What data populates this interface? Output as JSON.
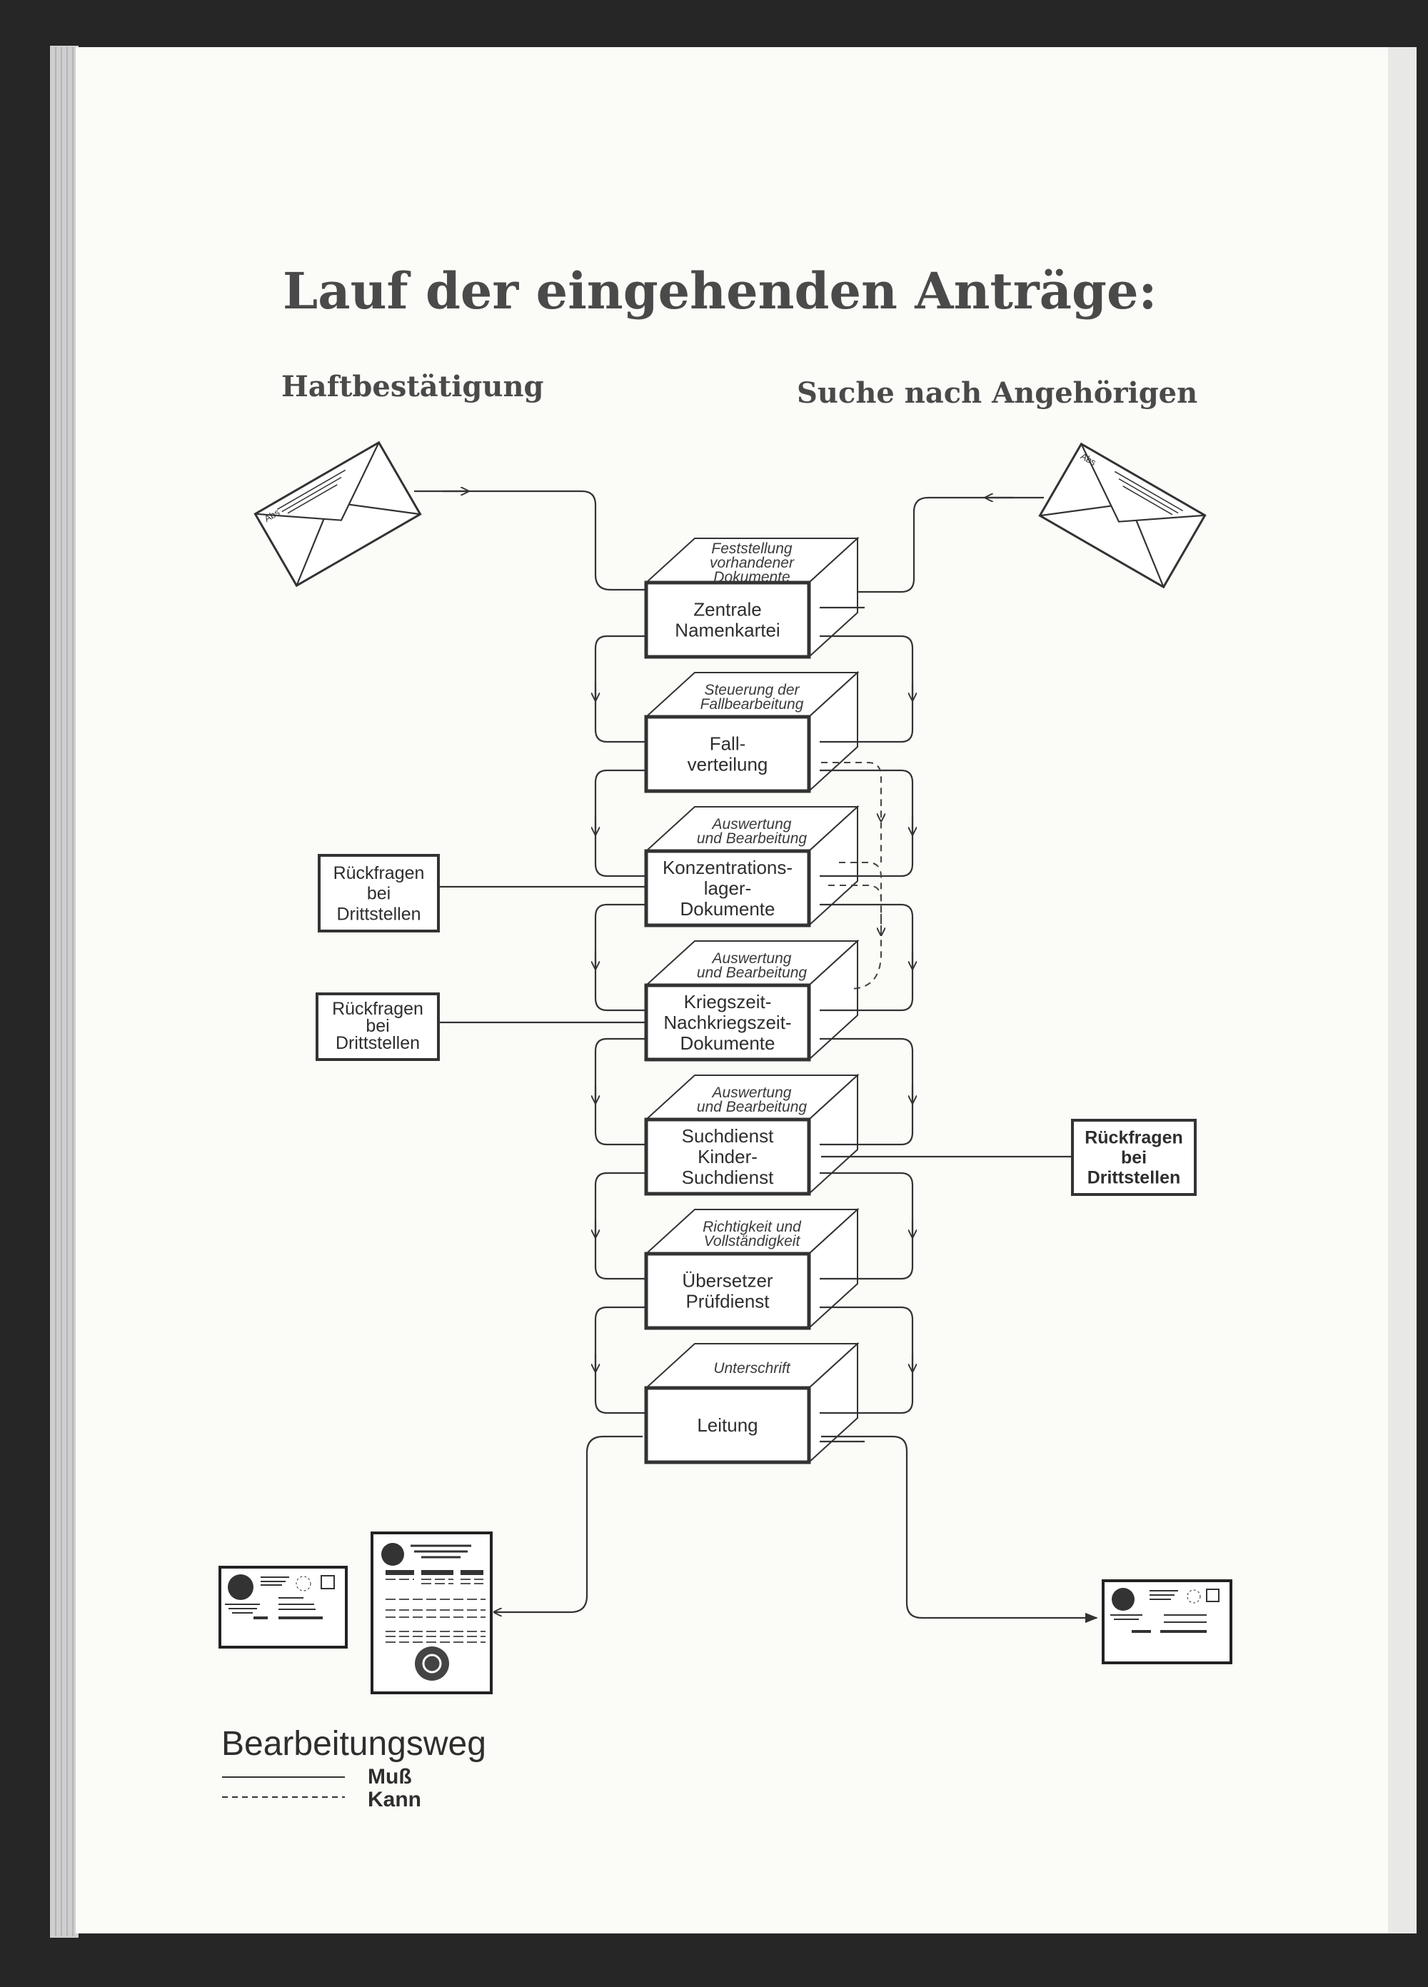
{
  "title": "Lauf der eingehenden Anträge:",
  "subtitle_left": "Haftbestätigung",
  "subtitle_right": "Suche nach Angehörigen",
  "envelope": {
    "sender_label": "Abs"
  },
  "boxes": [
    {
      "top": [
        "Feststellung",
        "vorhandener",
        "Dokumente"
      ],
      "main": [
        "Zentrale",
        "Namenkartei"
      ]
    },
    {
      "top": [
        "Steuerung der",
        "Fallbearbeitung"
      ],
      "main": [
        "Fall-",
        "verteilung"
      ]
    },
    {
      "top": [
        "Auswertung",
        "und Bearbeitung"
      ],
      "main": [
        "Konzentrations-",
        "lager-",
        "Dokumente"
      ]
    },
    {
      "top": [
        "Auswertung",
        "und Bearbeitung"
      ],
      "main": [
        "Kriegszeit-",
        "Nachkriegszeit-",
        "Dokumente"
      ]
    },
    {
      "top": [
        "Auswertung",
        "und Bearbeitung"
      ],
      "main": [
        "Suchdienst",
        "Kinder-",
        "Suchdienst"
      ]
    },
    {
      "top": [
        "Richtigkeit und",
        "Vollständigkeit"
      ],
      "main": [
        "Übersetzer",
        "Prüfdienst"
      ]
    },
    {
      "top": [
        "Unterschrift"
      ],
      "main": [
        "Leitung"
      ]
    }
  ],
  "rueckfragen": [
    "Rückfragen",
    "bei",
    "Drittstellen"
  ],
  "legend": {
    "title": "Bearbeitungsweg",
    "solid": "Muß",
    "dashed": "Kann"
  }
}
